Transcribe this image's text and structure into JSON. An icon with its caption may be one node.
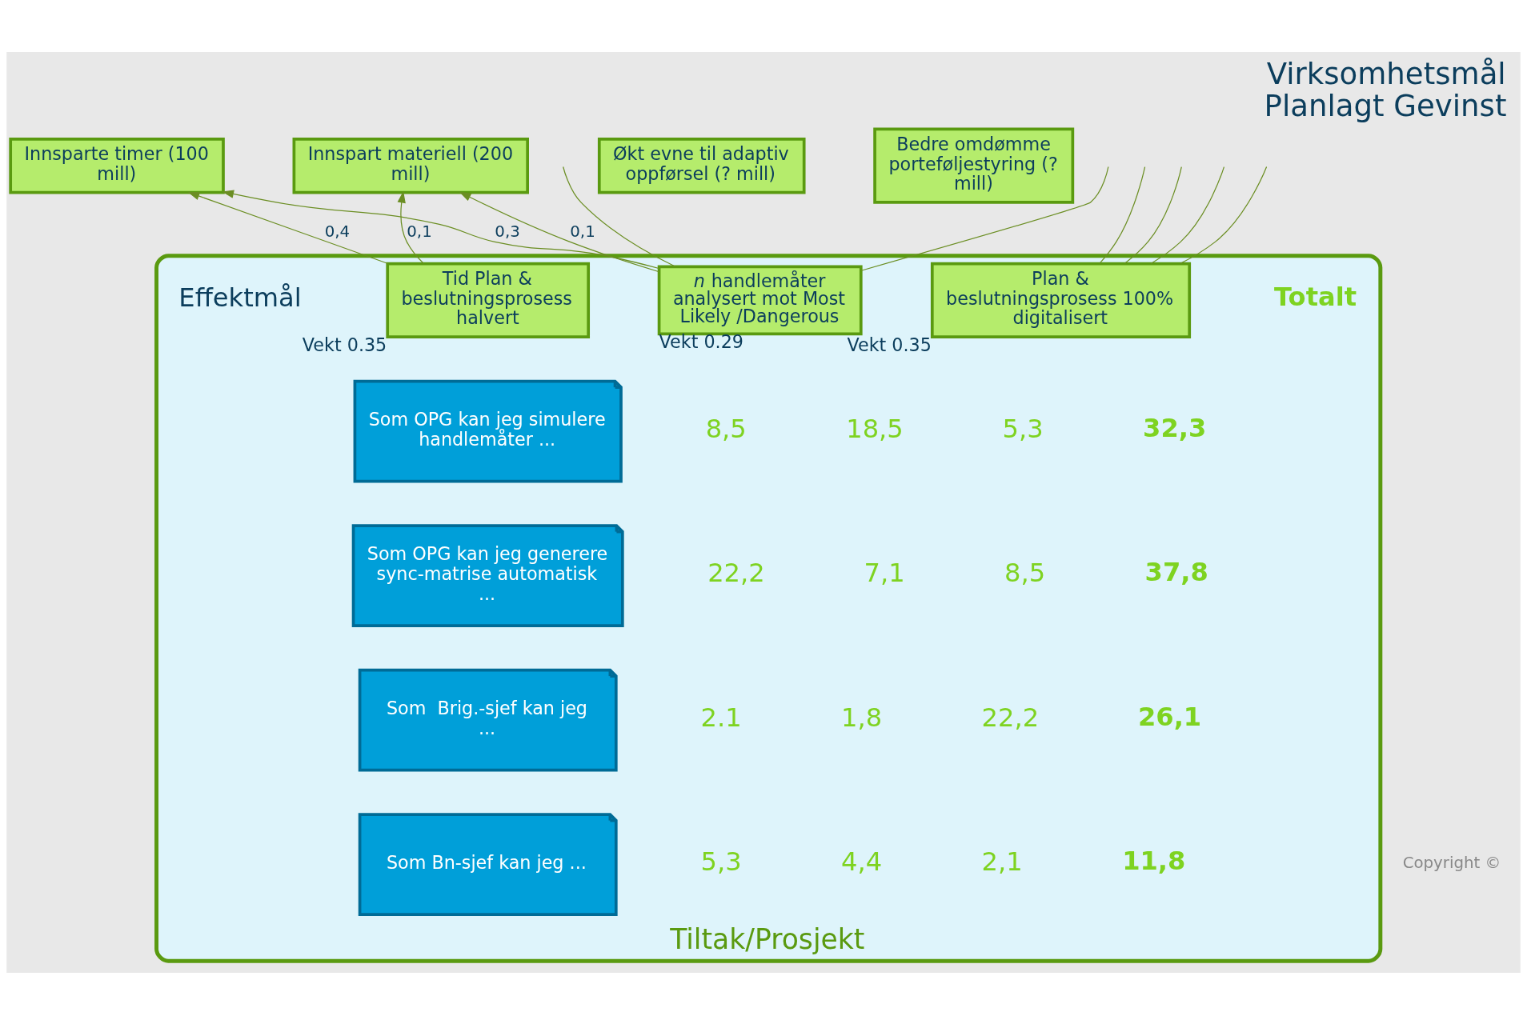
{
  "diagram": {
    "title": "Virksomhetsmål Planlagt Gevinst",
    "nodes": [
      {
        "text": [
          "Innsparte timer (100 mill)"
        ]
      },
      {
        "text": [
          "Innspart materiell (200 mill)"
        ]
      },
      {
        "text": [
          "Økt evne til adaptiv oppførsel (? mill)"
        ]
      },
      {
        "text": [
          "Bedre omdømme porteføljestyring (? mill)"
        ]
      },
      {
        "text": [
          "Tiltak/Prosjekt"
        ]
      },
      {
        "text": [
          "Tid Plan & beslutningsprosess halvert"
        ],
        "in": 4,
        "beside": [
          "Vekt 0.35"
        ]
      },
      {
        "text": [
          "*n* handlemåter analysert mot Most Likely /Dangerous"
        ],
        "in": 4,
        "beside": [
          "Vekt 0.29"
        ]
      },
      {
        "text": [
          "Plan & beslutningsprosess 100% digitalisert"
        ],
        "in": 4,
        "beside": [
          "Vekt 0.35"
        ]
      },
      {
        "text": [
          "Som OPG kan jeg simulere handlemåter ..."
        ],
        "in": 4
      },
      {
        "text": [
          "Som OPG kan jeg generere sync-matrise automatisk ..."
        ],
        "in": 4
      },
      {
        "text": [
          "Som  Brig.-sjef kan jeg ..."
        ],
        "in": 4
      },
      {
        "text": [
          "Som Bn-sjef kan jeg ..."
        ],
        "in": 4
      }
    ],
    "edges": [
      {
        "from": 5,
        "to": 0,
        "arrow": "to",
        "label": "0,4"
      },
      {
        "from": 5,
        "to": 1,
        "arrow": "to",
        "label": "0,1"
      },
      {
        "from": 6,
        "to": 0,
        "arrow": "to",
        "label": "0,3"
      },
      {
        "from": 6,
        "to": 1,
        "arrow": "to",
        "label": "0,1"
      },
      {
        "from": 6,
        "to": null,
        "arrow": "none"
      },
      {
        "from": 6,
        "to": null,
        "arrow": "none"
      },
      {
        "from": 7,
        "to": null,
        "arrow": "none"
      },
      {
        "from": 7,
        "to": null,
        "arrow": "none"
      },
      {
        "from": 7,
        "to": null,
        "arrow": "none"
      },
      {
        "from": 7,
        "to": null,
        "arrow": "none"
      }
    ],
    "labels": [
      "Effektmål",
      "Totalt",
      "8,5",
      "18,5",
      "5,3",
      "32,3",
      "22,2",
      "7,1",
      "8,5",
      "37,8",
      "2.1",
      "1,8",
      "22,2",
      "26,1",
      "5,3",
      "4,4",
      "2,1",
      "11,8",
      "Copyright ©"
    ]
  }
}
